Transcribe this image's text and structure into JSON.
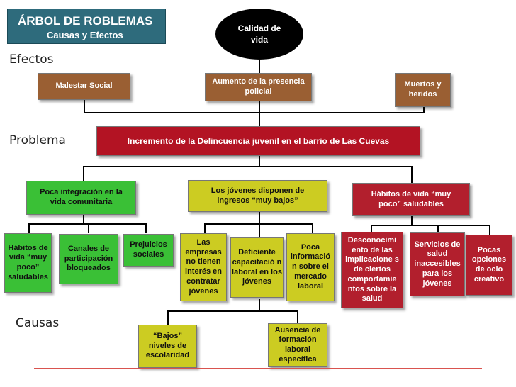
{
  "colors": {
    "header_bg": "#2e6b7c",
    "brown": "#9a5f33",
    "red": "#b31323",
    "green": "#3ac036",
    "yellow": "#cccc22",
    "dark_red": "#b21f2d",
    "oval": "#000000",
    "baseline": "#d9534f"
  },
  "header": {
    "title": "ÁRBOL DE ROBLEMAS",
    "subtitle": "Causas y Efectos"
  },
  "top_effect": "Calidad de vida",
  "sections": {
    "effects": "Efectos",
    "problem": "Problema",
    "causes": "Causas"
  },
  "effects": {
    "left": "Malestar Social",
    "center": "Aumento de la presencia policial",
    "right": "Muertos y heridos"
  },
  "problem": "Incremento de la Delincuencia juvenil en el barrio de Las Cuevas",
  "causes_l1": {
    "green": "Poca integración en la vida comunitaria",
    "yellow": "Los jóvenes disponen de ingresos “muy bajos”",
    "red": "Hábitos de vida “muy poco” saludables"
  },
  "causes_l2": {
    "g1": "Hábitos de vida “muy poco” saludables",
    "g2": "Canales de participación bloqueados",
    "g3": "Prejuicios sociales",
    "y1": "Las empresas no tienen interés en contratar jóvenes",
    "y2": "Deficiente capacitació n laboral en los jóvenes",
    "y3": "Poca informació n sobre el mercado laboral",
    "r1": "Desconocimi ento de las implicacione s de ciertos comportamie ntos sobre la salud",
    "r2": "Servicios de salud inaccesibles para los jóvenes",
    "r3": "Pocas opciones de ocio creativo"
  },
  "causes_l3": {
    "left": "“Bajos” niveles de escolaridad",
    "right": "Ausencia de formación laboral específica"
  }
}
